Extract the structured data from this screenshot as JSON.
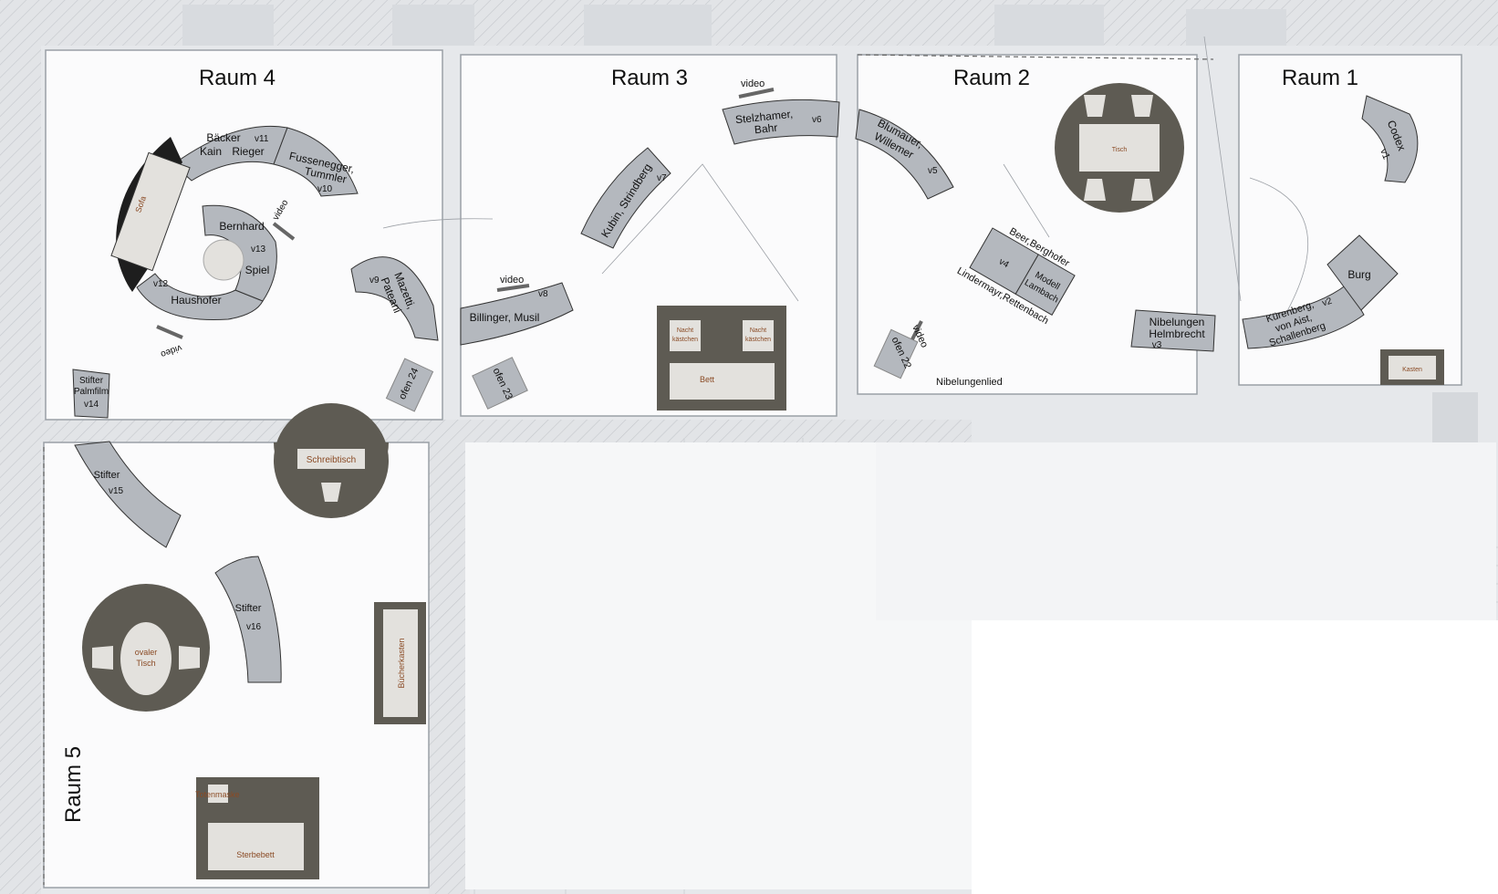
{
  "rooms": {
    "r1": "Raum 1",
    "r2": "Raum 2",
    "r3": "Raum 3",
    "r4": "Raum 4",
    "r5": "Raum 5"
  },
  "vitrines": {
    "v1": {
      "name": "Codex",
      "code": "v1"
    },
    "v2": {
      "line1": "Kürenberg,",
      "line2": "von Aist,",
      "line3": "Schallenberg",
      "code": "v2"
    },
    "v3": {
      "line1": "Nibelungen",
      "line2": "Helmbrecht",
      "code": "v3"
    },
    "v4": {
      "top": "Beer,Berghofer",
      "bottom": "Lindermayr,Rettenbach",
      "code": "v4",
      "modell1": "Modell",
      "modell2": "Lambach"
    },
    "v5": {
      "line1": "Blumauer,",
      "line2": "Willemer",
      "code": "v5"
    },
    "v6": {
      "line1": "Stelzhamer,",
      "line2": "Bahr",
      "code": "v6"
    },
    "v7": {
      "name": "Kubin, Strindberg",
      "code": "v7"
    },
    "v8": {
      "name": "Billinger, Musil",
      "code": "v8"
    },
    "v9": {
      "line1": "Mazetti,",
      "line2": "Pateani",
      "code": "v9"
    },
    "v10": {
      "line1": "Fussenegger,",
      "line2": "Tummler",
      "code": "v10"
    },
    "v11": {
      "line1": "Bäcker",
      "line2": "Kain",
      "line3": "Rieger",
      "code": "v11"
    },
    "v12": {
      "name": "Haushofer",
      "code": "v12"
    },
    "v13": {
      "line1": "Bernhard",
      "line2": "Spiel",
      "code": "v13"
    },
    "v14": {
      "line1": "Stifter",
      "line2": "Palmfilm",
      "code": "v14"
    },
    "v15": {
      "name": "Stifter",
      "code": "v15"
    },
    "v16": {
      "name": "Stifter",
      "code": "v16"
    }
  },
  "furniture": {
    "burg": "Burg",
    "tisch": "Tisch",
    "kasten": "Kasten",
    "nibelungenlied": "Nibelungenlied",
    "ofen22": "ofen 22",
    "ofen23": "ofen 23",
    "ofen24": "ofen 24",
    "nacht1a": "Nacht",
    "nacht1b": "kästchen",
    "nacht2a": "Nacht",
    "nacht2b": "kästchen",
    "bett": "Bett",
    "sofa": "Sofa",
    "schreibtisch": "Schreibtisch",
    "ovaler1": "ovaler",
    "ovaler2": "Tisch",
    "buecherkasten": "Bücherkasten",
    "sterbebett": "Sterbebett",
    "totenmaske": "Totenmaske"
  },
  "video": "video",
  "colors": {
    "vitrine": "#b4b8be",
    "dark": "#5e5b53",
    "light": "#e3e1dd",
    "accent": "#8a4a24",
    "wall": "#dde0e4",
    "room": "#fbfbfc"
  }
}
